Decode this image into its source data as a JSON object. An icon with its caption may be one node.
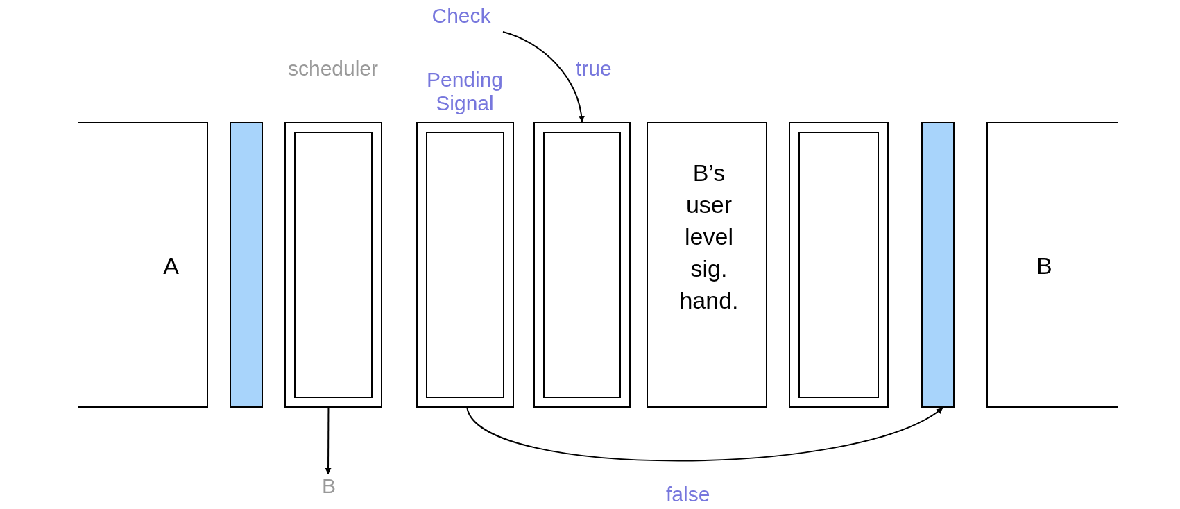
{
  "diagram": {
    "nodes": [
      {
        "text": [
          "A"
        ]
      },
      {
        "text": [],
        "shape": "bar"
      },
      {
        "text": [],
        "shape": "box",
        "beside": [
          "scheduler"
        ]
      },
      {
        "text": [],
        "shape": "box",
        "beside": [
          "Pending Signal"
        ]
      },
      {
        "text": [],
        "shape": "box"
      },
      {
        "text": [
          "B’s user level sig. hand."
        ]
      },
      {
        "text": [],
        "shape": "box"
      },
      {
        "text": [],
        "shape": "bar"
      },
      {
        "text": [
          "B"
        ]
      },
      {
        "text": [
          "Check"
        ]
      },
      {
        "text": [
          "B"
        ]
      }
    ],
    "edges": [
      {
        "from": 9,
        "to": 4,
        "arrow": "to",
        "label": "true"
      },
      {
        "from": 2,
        "to": 10,
        "arrow": "to"
      },
      {
        "from": 3,
        "to": 7,
        "arrow": "to",
        "label": "false"
      }
    ]
  }
}
